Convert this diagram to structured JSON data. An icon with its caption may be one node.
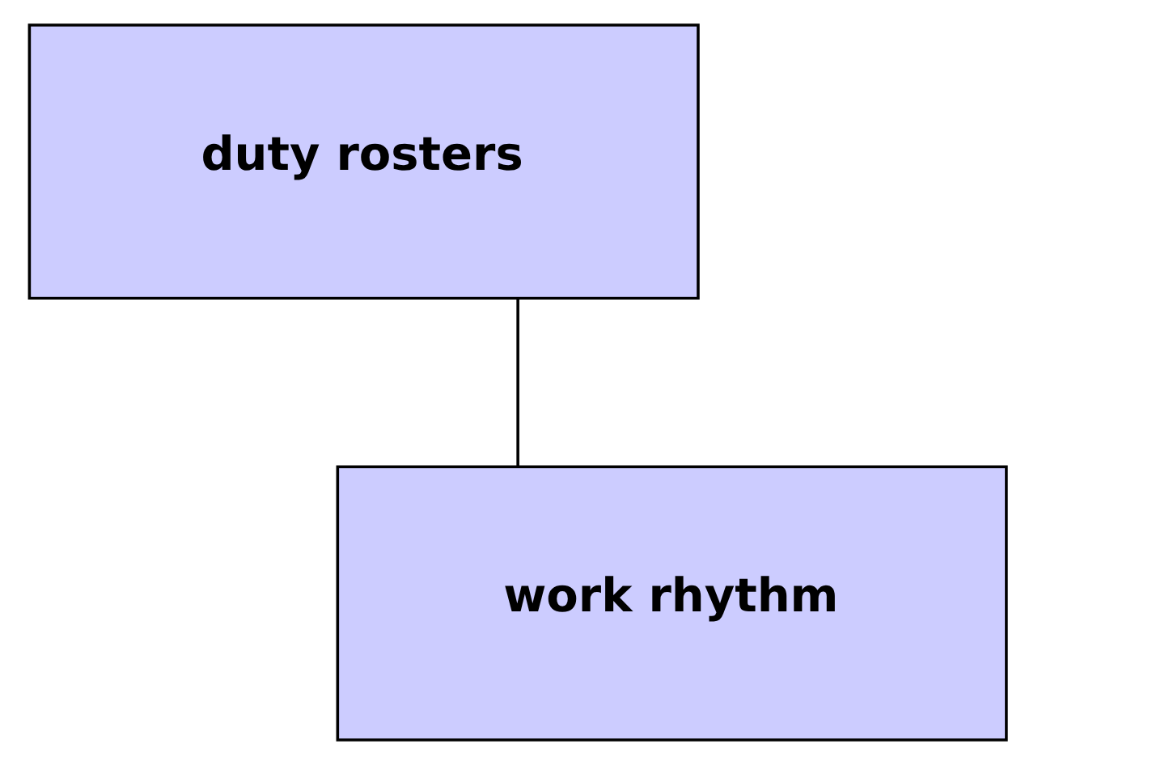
{
  "diagram": {
    "nodes": [
      {
        "text": [
          "duty rosters"
        ]
      },
      {
        "text": [
          "work rhythm"
        ]
      }
    ],
    "edges": [
      {
        "from": 0,
        "to": 1,
        "arrow": "none"
      }
    ]
  }
}
